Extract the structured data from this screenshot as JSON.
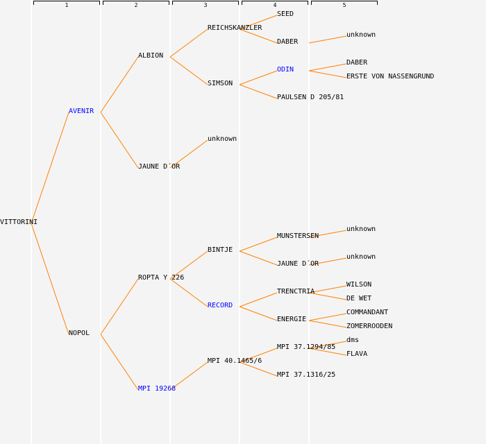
{
  "generations": [
    "1",
    "2",
    "3",
    "4",
    "5"
  ],
  "colors": {
    "line": "#ff8000",
    "link": "#0000ff",
    "text": "#000000"
  },
  "tree": {
    "name": "VITTORINI",
    "father": {
      "name": "AVENIR",
      "link": true,
      "father": {
        "name": "ALBION",
        "father": {
          "name": "REICHSKANZLER",
          "father": {
            "name": "SEED"
          },
          "mother": {
            "name": "DABER",
            "father": {
              "name": "unknown"
            }
          }
        },
        "mother": {
          "name": "SIMSON",
          "father": {
            "name": "ODIN",
            "link": true,
            "father": {
              "name": "DABER"
            },
            "mother": {
              "name": "ERSTE VON NASSENGRUND"
            }
          },
          "mother": {
            "name": "PAULSEN D 205/81"
          }
        }
      },
      "mother": {
        "name": "JAUNE D´OR",
        "father": {
          "name": "unknown"
        }
      }
    },
    "mother": {
      "name": "NOPOL",
      "father": {
        "name": "ROPTA Y 226",
        "father": {
          "name": "BINTJE",
          "father": {
            "name": "MUNSTERSEN",
            "father": {
              "name": "unknown"
            }
          },
          "mother": {
            "name": "JAUNE D´OR",
            "father": {
              "name": "unknown"
            }
          }
        },
        "mother": {
          "name": "RECORD",
          "link": true,
          "father": {
            "name": "TRENCTRIA",
            "father": {
              "name": "WILSON"
            },
            "mother": {
              "name": "DE WET"
            }
          },
          "mother": {
            "name": "ENERGIE",
            "father": {
              "name": "COMMANDANT"
            },
            "mother": {
              "name": "ZOMERROODEN"
            }
          }
        }
      },
      "mother": {
        "name": "MPI 19268",
        "link": true,
        "father": {
          "name": "MPI 40.1465/6",
          "father": {
            "name": "MPI 37.1294/85",
            "father": {
              "name": "dms"
            },
            "mother": {
              "name": "FLAVA"
            }
          },
          "mother": {
            "name": "MPI 37.1316/25"
          }
        }
      }
    }
  }
}
